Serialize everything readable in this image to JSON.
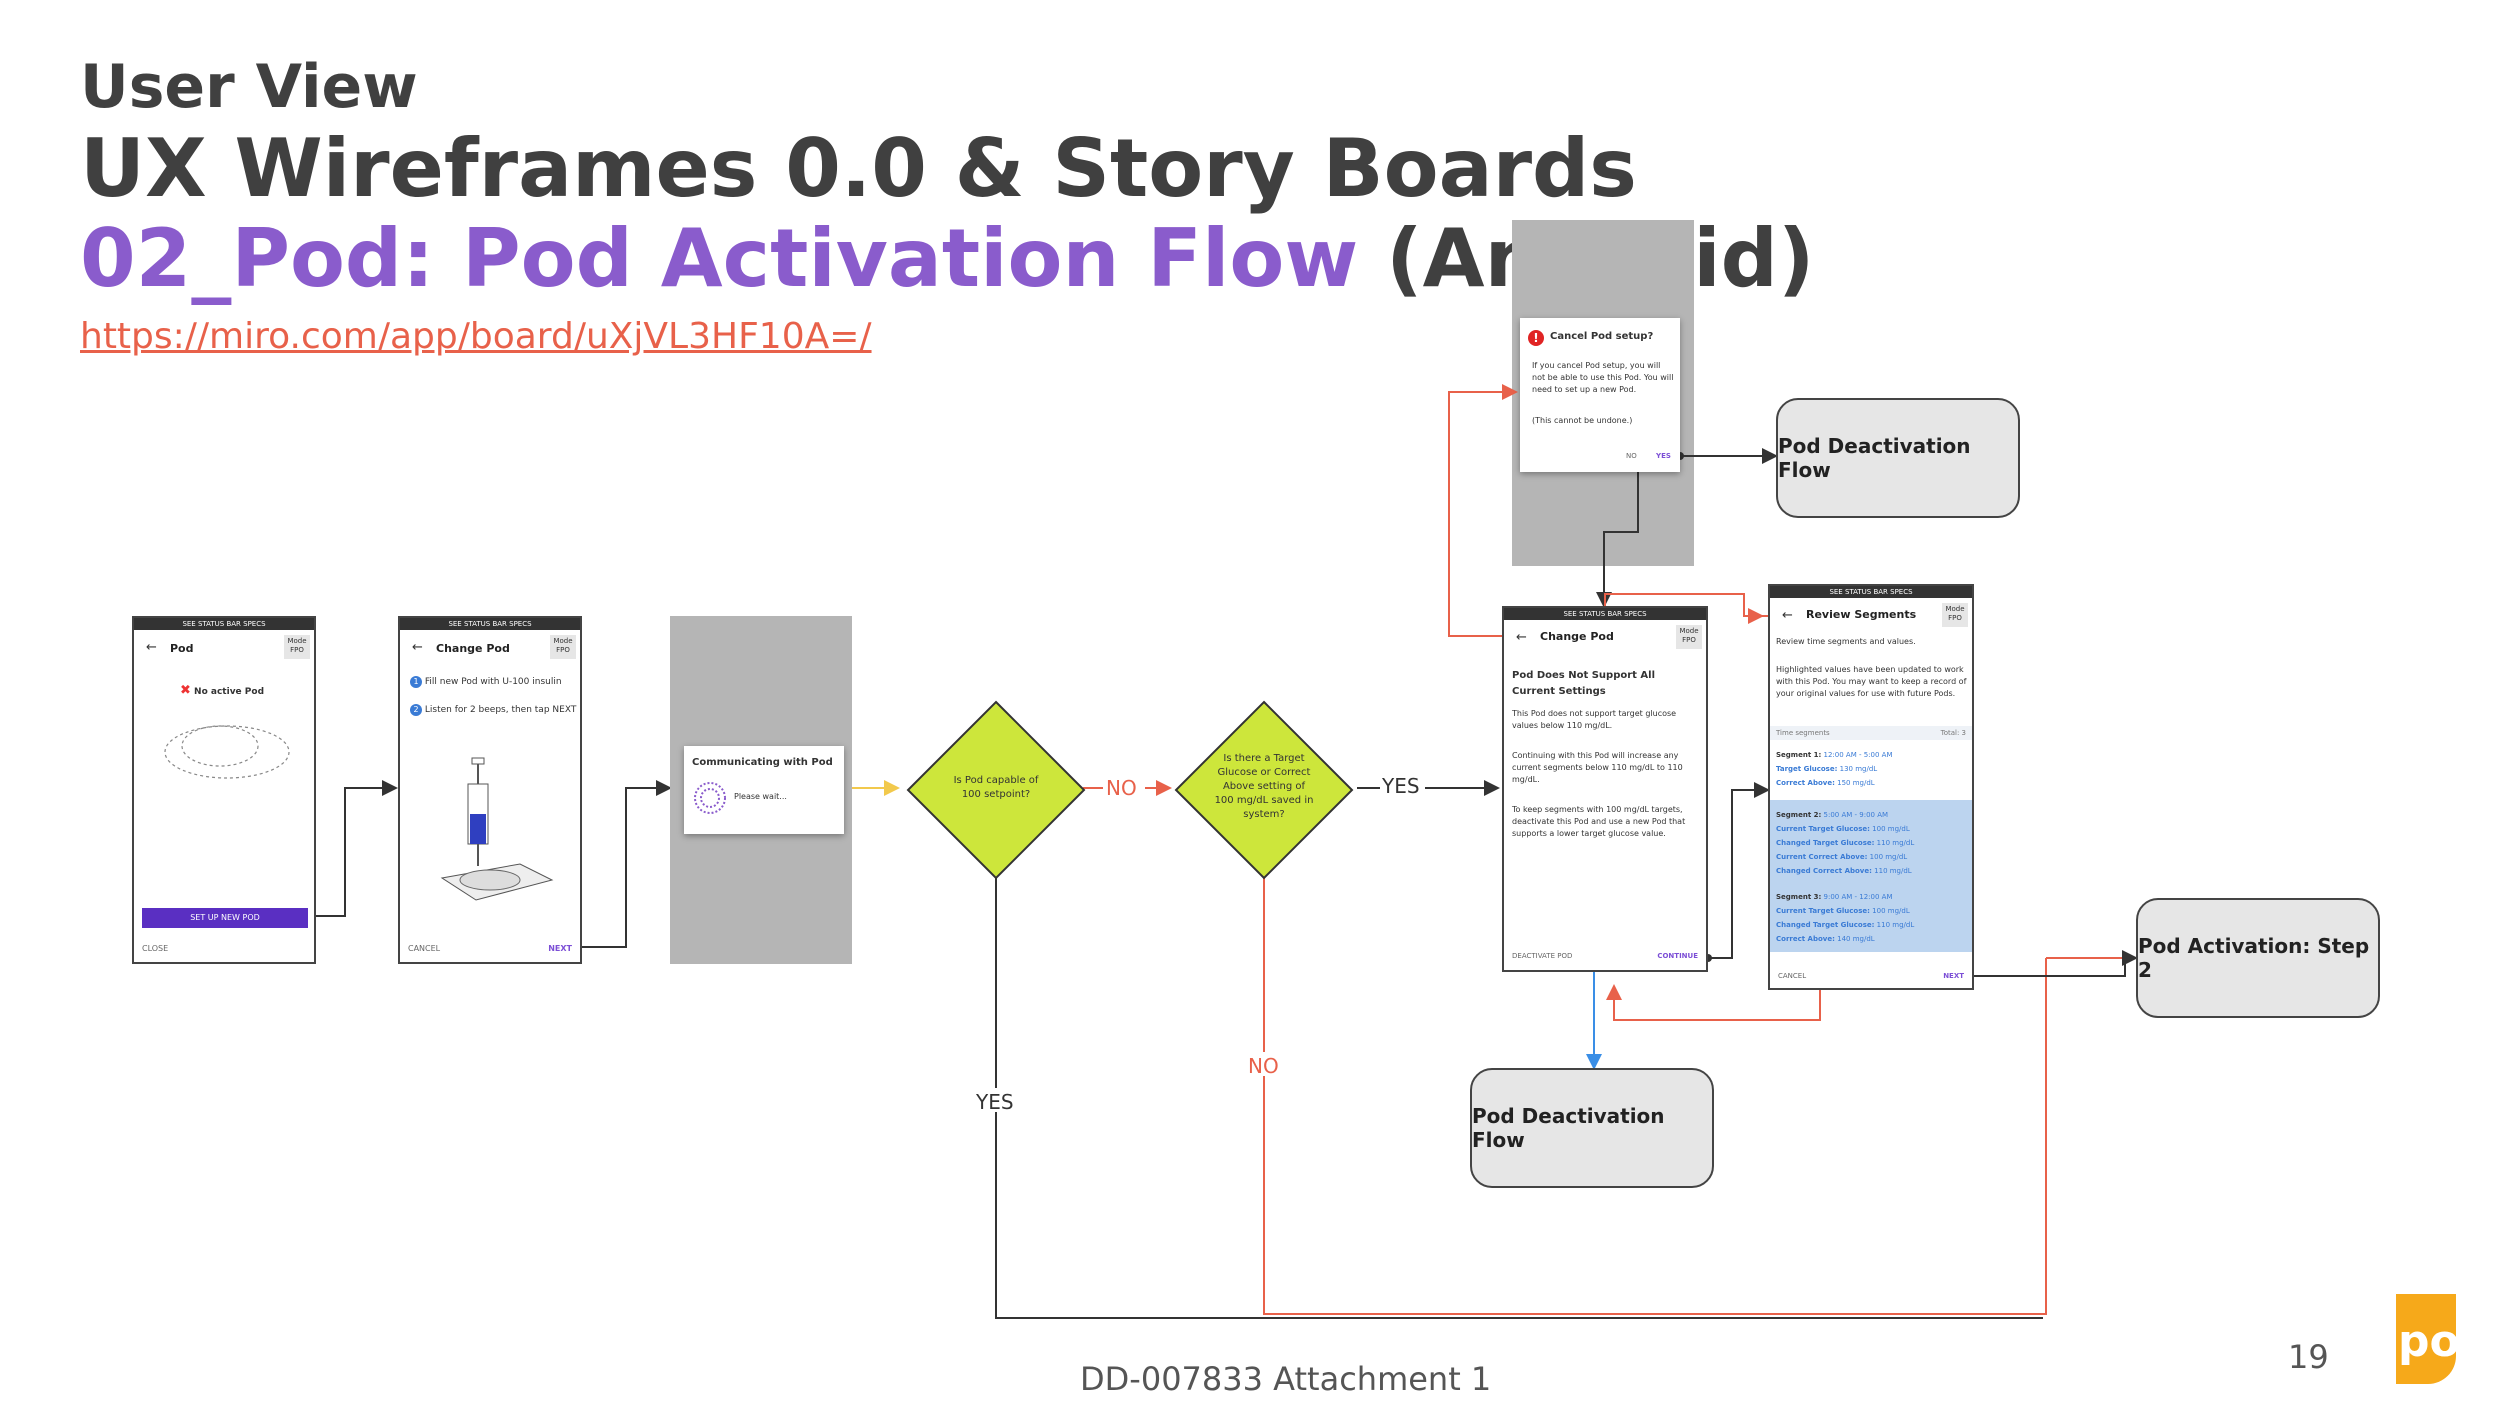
{
  "header": {
    "section": "User View",
    "title": "UX Wireframes 0.0 & Story Boards",
    "flow_name": "02_Pod: Pod Activation Flow",
    "platform": "(Android)",
    "link": "https://miro.com/app/board/uXjVL3HF10A=/"
  },
  "footer": {
    "doc_id": "DD-007833 Attachment 1",
    "page_number": "19",
    "logo_text": "pod"
  },
  "screens": {
    "pod": {
      "status_bar": "SEE STATUS BAR SPECS",
      "title": "Pod",
      "mode": "Mode FPO",
      "status": "No active Pod",
      "primary_button": "SET UP NEW POD",
      "close": "CLOSE"
    },
    "change_pod_1": {
      "status_bar": "SEE STATUS BAR SPECS",
      "title": "Change Pod",
      "mode": "Mode FPO",
      "step1": "Fill new Pod with U-100 insulin",
      "step2": "Listen for 2 beeps, then tap NEXT",
      "cancel": "CANCEL",
      "next": "NEXT"
    },
    "communicating": {
      "title": "Communicating with Pod",
      "wait": "Please wait..."
    },
    "cancel_dialog": {
      "title": "Cancel Pod setup?",
      "body": "If you cancel Pod setup, you will not be able to use this Pod. You will need to set up a new Pod.",
      "note": "(This cannot be undone.)",
      "no": "NO",
      "yes": "YES"
    },
    "change_pod_2": {
      "status_bar": "SEE STATUS BAR SPECS",
      "title": "Change Pod",
      "mode": "Mode FPO",
      "heading": "Pod Does Not Support All Current Settings",
      "p1": "This Pod does not support target glucose values below 110 mg/dL.",
      "p2": "Continuing with this Pod will increase any current segments below 110 mg/dL to 110 mg/dL.",
      "p3": "To keep segments with 100 mg/dL targets, deactivate this Pod and use a new Pod that supports a lower target glucose value.",
      "deactivate": "DEACTIVATE POD",
      "continue": "CONTINUE"
    },
    "review_segments": {
      "status_bar": "SEE STATUS BAR SPECS",
      "title": "Review Segments",
      "mode": "Mode FPO",
      "p1": "Review time segments and values.",
      "p2": "Highlighted values have been updated to work with this Pod. You may want to keep a record of your original values for use with future Pods.",
      "table_label": "Time segments",
      "table_total": "Total: 3",
      "seg1_title": "Segment 1:",
      "seg1_time": "12:00 AM - 5:00 AM",
      "seg1_l1": "Target Glucose:",
      "seg1_v1": "130 mg/dL",
      "seg1_l2": "Correct Above:",
      "seg1_v2": "150 mg/dL",
      "seg2_title": "Segment 2:",
      "seg2_time": "5:00 AM - 9:00 AM",
      "seg2_l1": "Current Target Glucose:",
      "seg2_v1": "100 mg/dL",
      "seg2_l2": "Changed Target Glucose:",
      "seg2_v2": "110 mg/dL",
      "seg2_l3": "Current Correct Above:",
      "seg2_v3": "100 mg/dL",
      "seg2_l4": "Changed Correct Above:",
      "seg2_v4": "110 mg/dL",
      "seg3_title": "Segment 3:",
      "seg3_time": "9:00 AM - 12:00 AM",
      "seg3_l1": "Current Target Glucose:",
      "seg3_v1": "100 mg/dL",
      "seg3_l2": "Changed Target Glucose:",
      "seg3_v2": "110 mg/dL",
      "seg3_l3": "Correct Above:",
      "seg3_v3": "140 mg/dL",
      "cancel": "CANCEL",
      "next": "NEXT"
    }
  },
  "decisions": {
    "d1": "Is Pod capable of 100 setpoint?",
    "d2": "Is there a Target Glucose or Correct Above setting of 100 mg/dL saved in system?"
  },
  "labels": {
    "no1": "NO",
    "yes1": "YES",
    "yes_down": "YES",
    "no_down": "NO"
  },
  "flows": {
    "deactivation_top": "Pod Deactivation Flow",
    "deactivation_bottom": "Pod Deactivation Flow",
    "activation_step2": "Pod Activation: Step 2"
  },
  "colors": {
    "purple": "#8a5ccc",
    "diamond": "#cde63b",
    "red_line": "#e8614a",
    "blue_line": "#3a8ee6",
    "yellow_line": "#f2c94c"
  }
}
